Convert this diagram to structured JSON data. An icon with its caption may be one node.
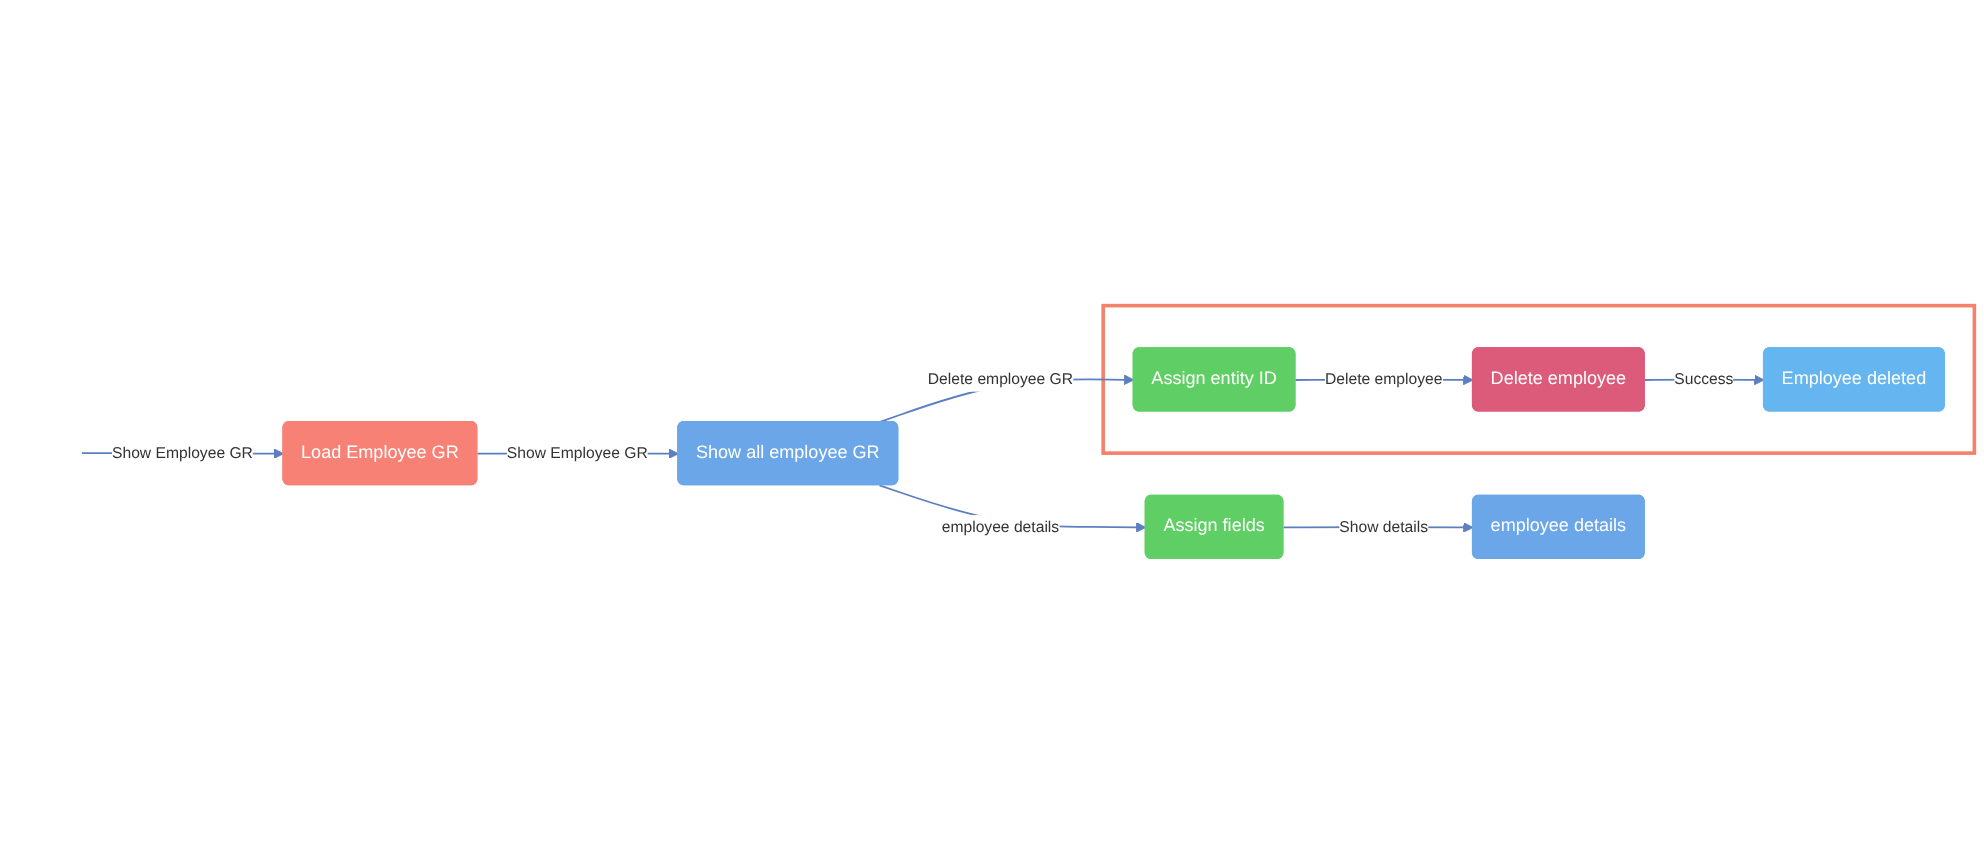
{
  "diagram": {
    "nodes": [
      {
        "text": [],
        "shape": "box"
      },
      {
        "text": [
          "Employee deleted"
        ],
        "in": 0
      },
      {
        "text": [
          "Delete employee"
        ],
        "in": 0
      },
      {
        "text": [
          "Assign entity ID"
        ],
        "in": 0
      },
      {
        "text": [
          "Load Employee GR"
        ]
      },
      {
        "text": [
          "Show all employee GR"
        ]
      },
      {
        "text": [
          "Assign fields"
        ]
      },
      {
        "text": [
          "employee details"
        ]
      }
    ],
    "edges": [
      {
        "from": null,
        "to": 4,
        "arrow": "to",
        "label": "Show Employee GR"
      },
      {
        "from": 4,
        "to": 5,
        "arrow": "to",
        "label": "Show Employee GR"
      },
      {
        "from": 5,
        "to": 3,
        "arrow": "to",
        "label": "Delete employee GR"
      },
      {
        "from": 3,
        "to": 2,
        "arrow": "to",
        "label": "Delete employee"
      },
      {
        "from": 2,
        "to": 1,
        "arrow": "to",
        "label": "Success"
      },
      {
        "from": 5,
        "to": 6,
        "arrow": "to",
        "label": "employee details"
      },
      {
        "from": 6,
        "to": 7,
        "arrow": "to",
        "label": "Show details"
      }
    ]
  }
}
